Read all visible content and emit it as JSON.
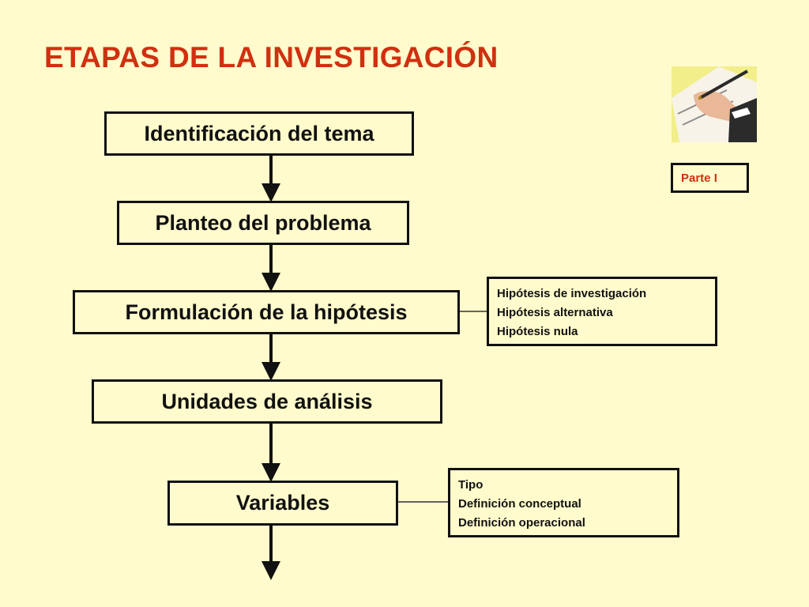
{
  "slide": {
    "title": "ETAPAS DE LA INVESTIGACIÓN",
    "title_color": "#D03010",
    "background": "#FFFBCC",
    "badge": "Parte I",
    "illustration": "hand-writing-icon"
  },
  "steps": [
    "Identificación del tema",
    "Planteo del problema",
    "Formulación de la hipótesis",
    "Unidades de análisis",
    "Variables"
  ],
  "hypothesis_types": [
    "Hipótesis de investigación",
    "Hipótesis alternativa",
    "Hipótesis nula"
  ],
  "variable_details": [
    "Tipo",
    "Definición conceptual",
    "Definición operacional"
  ]
}
